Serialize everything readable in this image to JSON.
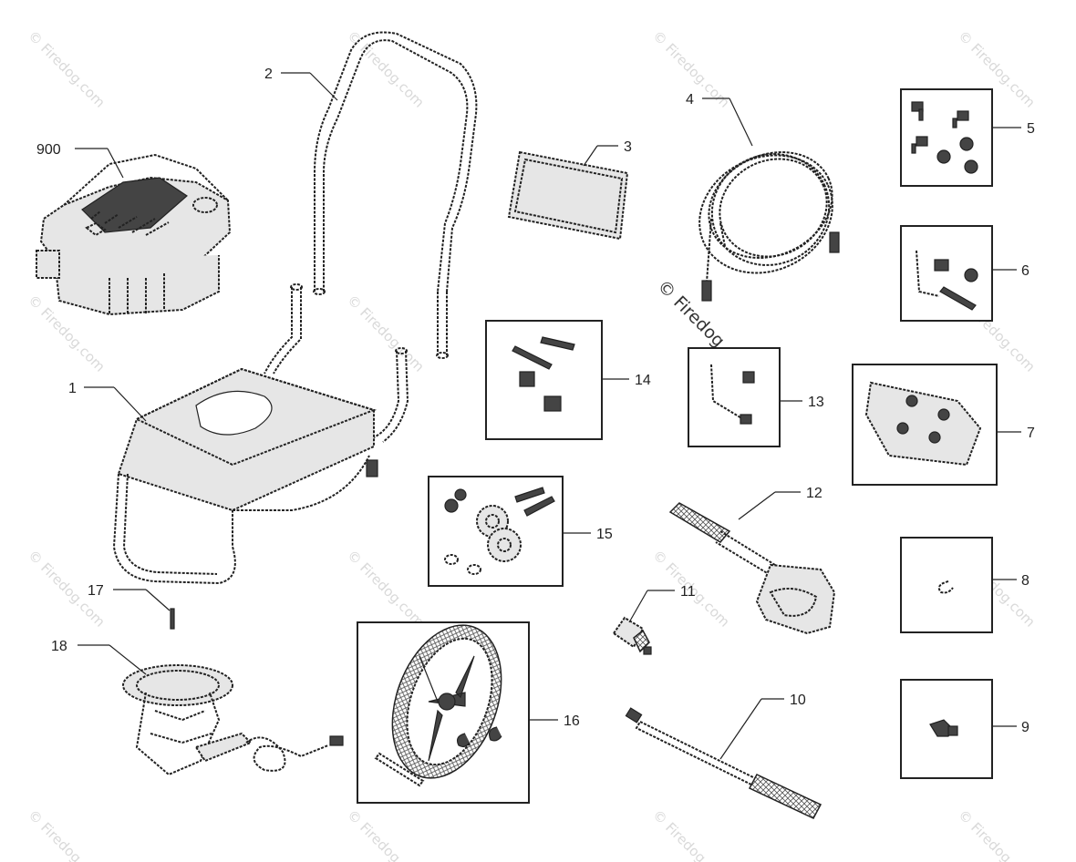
{
  "watermark_text": "© Firedog.com",
  "center_watermark": "© Firedog.com",
  "callouts": {
    "p900": "900",
    "p1": "1",
    "p2": "2",
    "p3": "3",
    "p4": "4",
    "p5": "5",
    "p6": "6",
    "p7": "7",
    "p8": "8",
    "p9": "9",
    "p10": "10",
    "p11": "11",
    "p12": "12",
    "p13": "13",
    "p14": "14",
    "p15": "15",
    "p16": "16",
    "p17": "17",
    "p18": "18"
  }
}
